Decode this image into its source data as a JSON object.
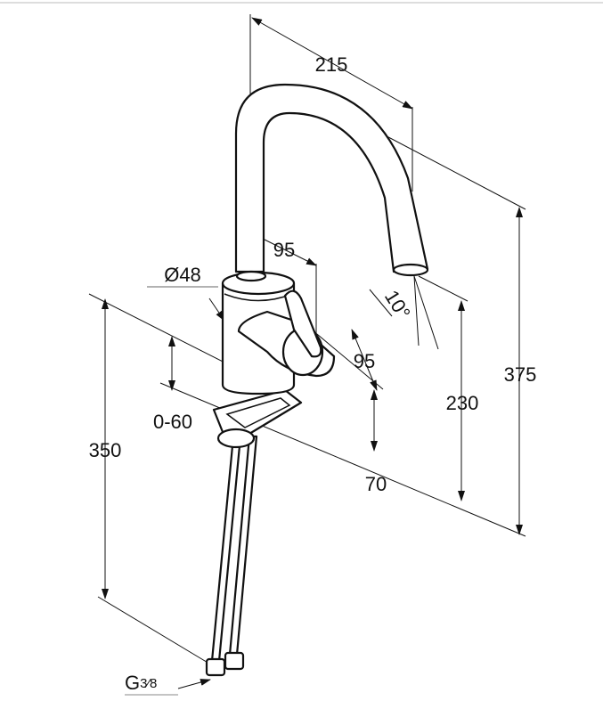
{
  "drawing": {
    "subject": "faucet",
    "dimensions": {
      "spout_reach": "215",
      "total_height": "375",
      "spout_height": "230",
      "handle_offset_top": "95",
      "handle_offset_side": "95",
      "body_diameter": "Ø48",
      "deck_thickness": "0-60",
      "base_height": "70",
      "hose_length": "350",
      "spout_angle": "10°",
      "connection_thread_base": "G",
      "connection_thread_fraction": "3⁄8"
    }
  }
}
